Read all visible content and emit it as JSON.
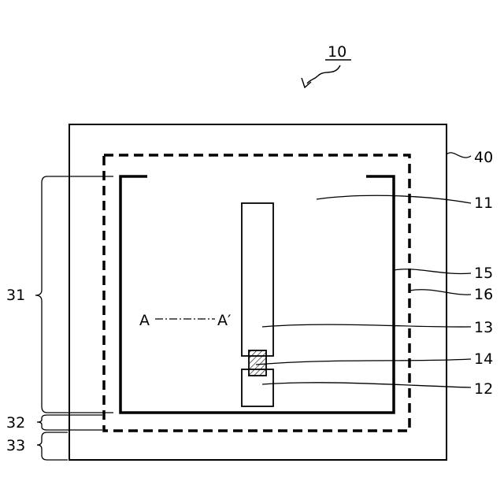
{
  "figure": {
    "device_ref": "10",
    "section_start": "A",
    "section_end": "A′",
    "labels": {
      "substrate": "40",
      "region_inner": "11",
      "electrode_upper": "13",
      "element": "14",
      "electrode_lower": "12",
      "frame_solid": "15",
      "frame_dashed": "16",
      "span_31": "31",
      "span_32": "32",
      "span_33": "33"
    }
  }
}
